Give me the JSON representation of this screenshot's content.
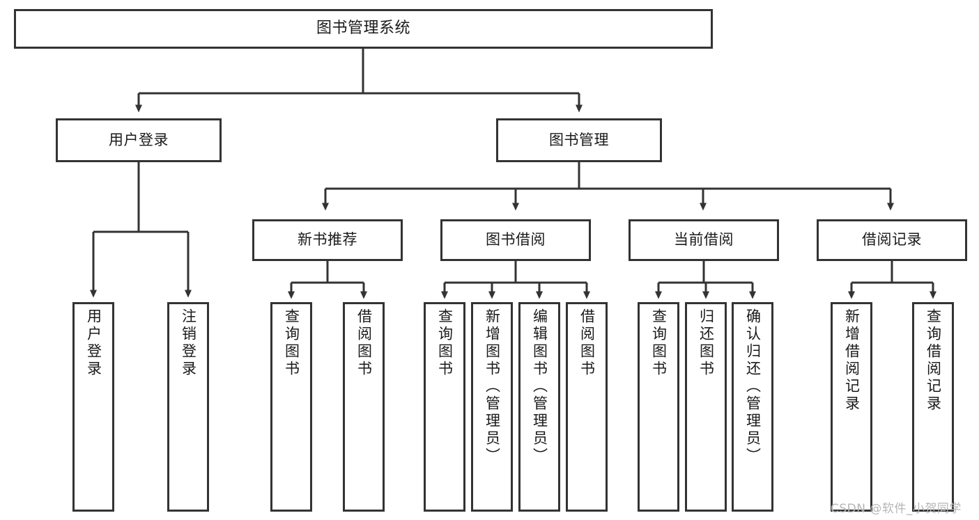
{
  "diagram": {
    "title": "图书管理系统",
    "type": "tree-hierarchy-chart",
    "colors": {
      "border": "#333333",
      "fill": "#ffffff",
      "text": "#1a1a1a",
      "watermark": "#b6b6b6"
    },
    "nodes": {
      "root": {
        "label": "图书管理系统"
      },
      "level2": [
        {
          "label": "用户登录"
        },
        {
          "label": "图书管理"
        }
      ],
      "level3": [
        {
          "label": "新书推荐"
        },
        {
          "label": "图书借阅"
        },
        {
          "label": "当前借阅"
        },
        {
          "label": "借阅记录"
        }
      ],
      "leaves": {
        "user_login": [
          {
            "label": "用户登录"
          },
          {
            "label": "注销登录"
          }
        ],
        "new_book": [
          {
            "label": "查询图书"
          },
          {
            "label": "借阅图书"
          }
        ],
        "borrow": [
          {
            "label": "查询图书"
          },
          {
            "label": "新增图书（管理员）"
          },
          {
            "label": "编辑图书（管理员）"
          },
          {
            "label": "借阅图书"
          }
        ],
        "current": [
          {
            "label": "查询图书"
          },
          {
            "label": "归还图书"
          },
          {
            "label": "确认归还（管理员）"
          }
        ],
        "records": [
          {
            "label": "新增借阅记录"
          },
          {
            "label": "查询借阅记录"
          }
        ]
      }
    },
    "watermark": "CSDN @软件_小贺同学"
  }
}
